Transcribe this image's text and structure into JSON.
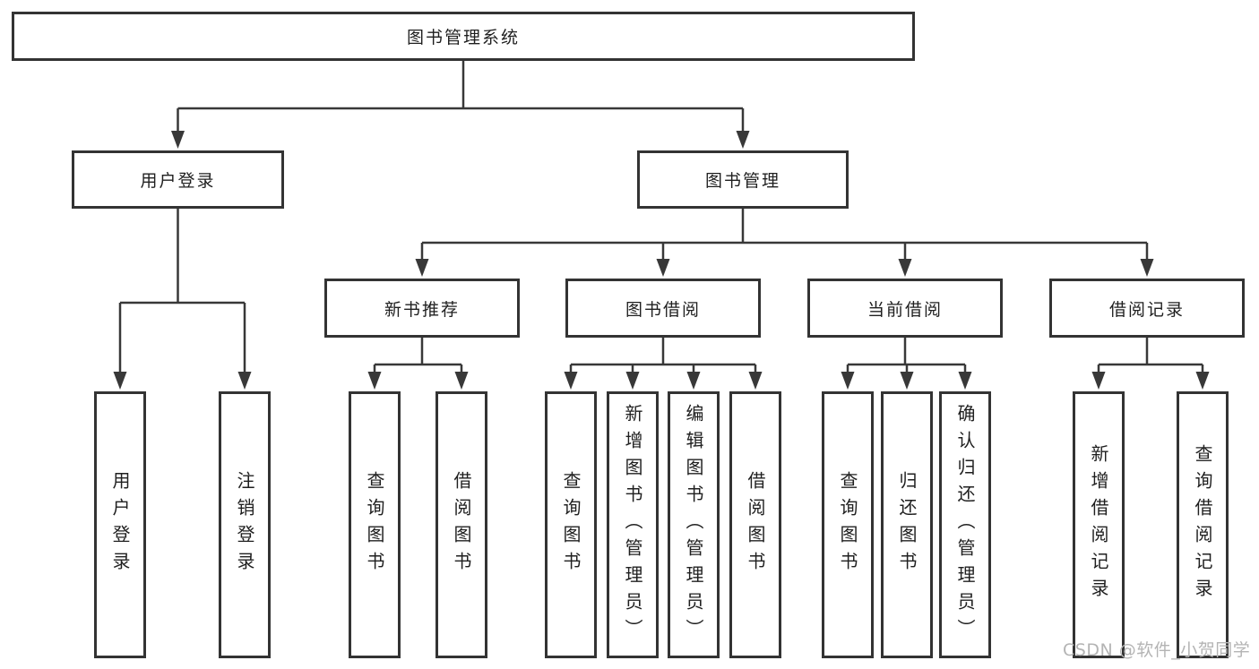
{
  "diagram": {
    "type": "tree",
    "root": {
      "label": "图书管理系统"
    },
    "branches": [
      {
        "label": "用户登录",
        "children": [
          {
            "label": "用户登录"
          },
          {
            "label": "注销登录"
          }
        ]
      },
      {
        "label": "图书管理",
        "children": [
          {
            "label": "新书推荐",
            "children": [
              {
                "label": "查询图书"
              },
              {
                "label": "借阅图书"
              }
            ]
          },
          {
            "label": "图书借阅",
            "children": [
              {
                "label": "查询图书"
              },
              {
                "label": "新增图书（管理员）"
              },
              {
                "label": "编辑图书（管理员）"
              },
              {
                "label": "借阅图书"
              }
            ]
          },
          {
            "label": "当前借阅",
            "children": [
              {
                "label": "查询图书"
              },
              {
                "label": "归还图书"
              },
              {
                "label": "确认归还（管理员）"
              }
            ]
          },
          {
            "label": "借阅记录",
            "children": [
              {
                "label": "新增借阅记录"
              },
              {
                "label": "查询借阅记录"
              }
            ]
          }
        ]
      }
    ]
  },
  "watermark": {
    "text": "CSDN @软件_小贺同学"
  },
  "colors": {
    "line": "#383838",
    "box_border": "#333333",
    "text": "#1f1f1f",
    "watermark": "#b4b4b4",
    "background": "#ffffff"
  }
}
